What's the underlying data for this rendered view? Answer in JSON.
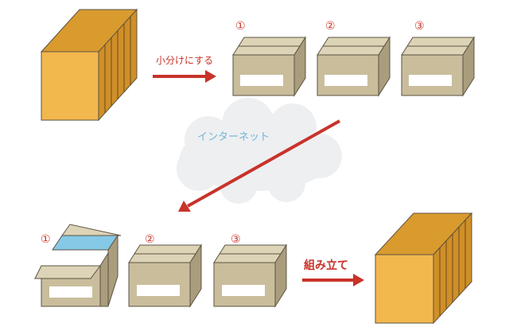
{
  "labels": {
    "split": "小分けにする",
    "internet": "インターネット",
    "assemble": "組み立て"
  },
  "box_numbers": [
    "①",
    "②",
    "③"
  ],
  "colors": {
    "container_front": "#f2b74d",
    "container_top": "#d99a2e",
    "container_side": "#cf8f28",
    "box_front": "#c9bd9c",
    "box_top": "#ddd3b6",
    "box_side": "#a99d7d",
    "box_outline": "#5b5443",
    "label_white": "#ffffff",
    "arrow_red": "#c8332a",
    "cloud": "#eeeff1",
    "internet_text": "#6fb4d8",
    "open_box_content": "#86c9e6"
  }
}
